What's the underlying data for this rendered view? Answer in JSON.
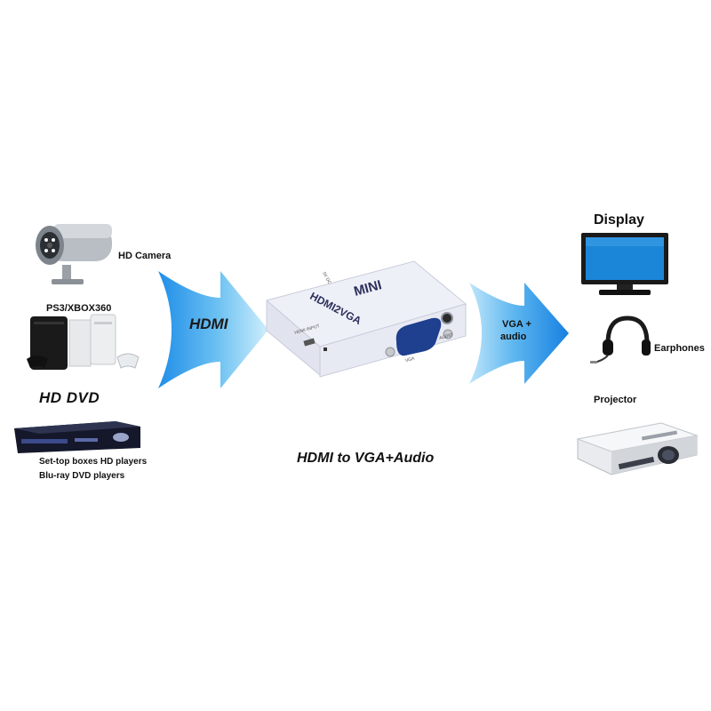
{
  "sources": {
    "camera_label": "HD Camera",
    "consoles_label": "PS3/XBOX360",
    "hddvd_logo": "HD DVD",
    "settop_label": "Set-top boxes  HD players",
    "bluray_label": "Blu-ray DVD players"
  },
  "arrows": {
    "input_label": "HDMI",
    "output_label_line1": "VGA +",
    "output_label_line2": "audio"
  },
  "device": {
    "brand": "MINI",
    "model": "HDMI2VGA",
    "port_hdmi": "HDMI INPUT",
    "port_vga": "VGA",
    "port_audio": "AUDIO",
    "port_power": "5V DC"
  },
  "caption": "HDMI to VGA+Audio",
  "outputs": {
    "display_label": "Display",
    "earphones_label": "Earphones",
    "projector_label": "Projector"
  },
  "colors": {
    "arrow_blue": "#1f8ee8",
    "arrow_light": "#bfe6fb",
    "device_body": "#f0f0f6",
    "screen_blue": "#1b86d8"
  }
}
